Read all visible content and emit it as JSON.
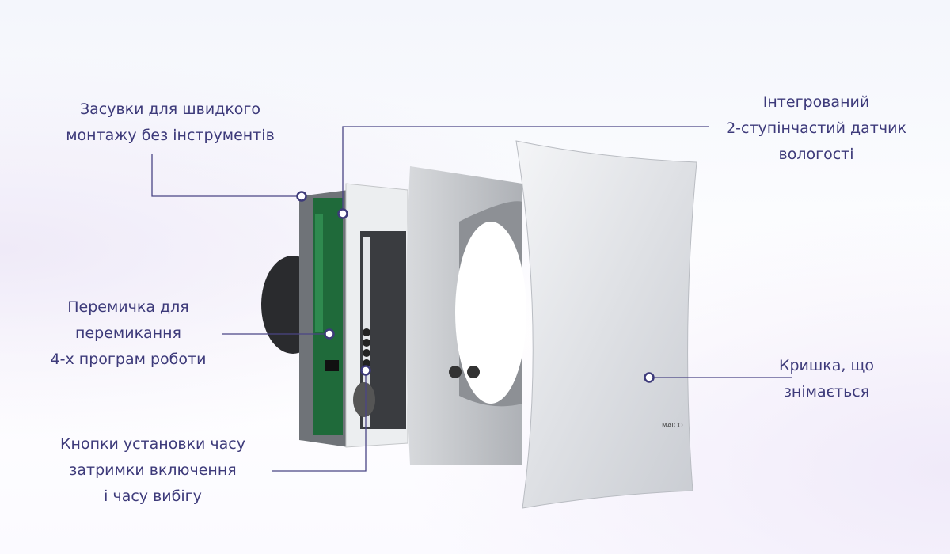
{
  "callouts": {
    "latches": [
      "Засувки для швидкого",
      "монтажу без інструментів"
    ],
    "sensor": [
      "Інтегрований",
      "2-ступінчастий датчик",
      "вологості"
    ],
    "jumper": [
      "Перемичка для",
      "перемикання",
      "4-х програм роботи"
    ],
    "buttons": [
      "Кнопки установки часу",
      "затримки включення",
      "і часу вибігу"
    ],
    "cover": [
      "Кришка, що",
      "знімається"
    ]
  },
  "colors": {
    "accent": "#3d3a7a",
    "line": "#4a4585"
  }
}
